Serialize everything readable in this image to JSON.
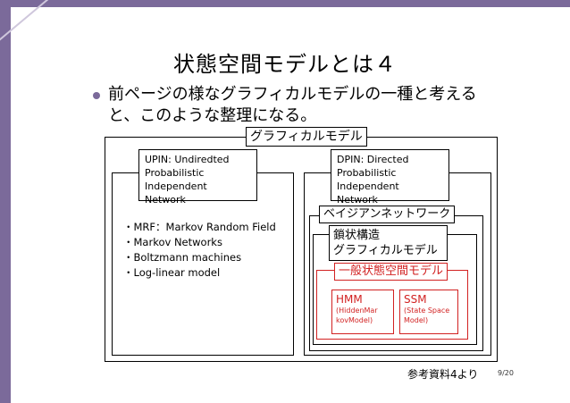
{
  "title": "状態空間モデルとは４",
  "bullet": "前ページの様なグラフィカルモデルの一種と考える\nと、このような整理になる。",
  "diagram": {
    "outer_label": "グラフィカルモデル",
    "upin": "UPIN: Undiredted\nProbabilistic\nIndependent Network",
    "dpin": "DPIN: Directed\nProbabilistic\nIndependent Network",
    "left_list": "・MRF：Markov Random Field\n・Markov Networks\n・Boltzmann machines\n・Log-linear model",
    "bayes_label": "ベイジアンネットワーク",
    "chain_label": "鎖状構造\nグラフィカルモデル",
    "general_label": "一般状態空間モデル",
    "hmm_name": "HMM",
    "hmm_sub": "(HiddenMar\nkovModel)",
    "ssm_name": "SSM",
    "ssm_sub": "(State Space\nModel)"
  },
  "footer": {
    "reference": "参考資料4より",
    "page": "9/20"
  },
  "colors": {
    "accent": "#7b6a9a",
    "highlight": "#d22222"
  }
}
